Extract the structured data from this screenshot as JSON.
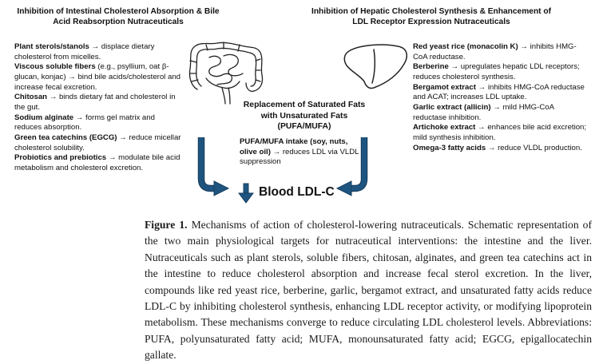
{
  "left_panel": {
    "heading": "Inhibition of Intestinal Cholesterol Absorption & Bile Acid Reabsorption Nutraceuticals",
    "items": [
      {
        "name": "Plant sterols/stanols",
        "text": " → displace dietary cholesterol from micelles."
      },
      {
        "name": "Viscous soluble fibers",
        "text": " (e.g., psyllium, oat β-glucan, konjac) → bind bile acids/cholesterol and increase fecal excretion."
      },
      {
        "name": "Chitosan",
        "text": " → binds dietary fat and cholesterol in the gut."
      },
      {
        "name": "Sodium alginate",
        "text": " → forms gel matrix and reduces absorption."
      },
      {
        "name": "Green tea catechins (EGCG)",
        "text": " → reduce micellar cholesterol solubility."
      },
      {
        "name": "Probiotics and prebiotics",
        "text": " → modulate bile acid metabolism and cholesterol excretion."
      }
    ]
  },
  "right_panel": {
    "heading": "Inhibition of Hepatic Cholesterol Synthesis & Enhancement of LDL Receptor Expression Nutraceuticals",
    "items": [
      {
        "name": "Red yeast rice (monacolin K)",
        "text": " → inhibits HMG-CoA reductase."
      },
      {
        "name": "Berberine",
        "text": " → upregulates hepatic LDL receptors; reduces cholesterol synthesis."
      },
      {
        "name": "Bergamot extract",
        "text": " → inhibits HMG-CoA reductase and ACAT; increases LDL uptake."
      },
      {
        "name": "Garlic extract (allicin)",
        "text": " → mild HMG-CoA reductase inhibition."
      },
      {
        "name": "Artichoke extract",
        "text": " → enhances bile acid excretion; mild synthesis inhibition."
      },
      {
        "name": "Omega-3 fatty acids",
        "text": " → reduce VLDL production."
      }
    ]
  },
  "center_panel": {
    "heading": "Replacement of Saturated Fats with Unsaturated Fats (PUFA/MUFA)",
    "item": {
      "name": "PUFA/MUFA intake (soy, nuts, olive oil)",
      "text": " → reduces LDL via VLDL suppression"
    }
  },
  "outcome": "Blood LDL-C",
  "icons": {
    "intestine": "intestine-icon",
    "liver": "liver-icon"
  },
  "colors": {
    "arrow": "#1e5580",
    "arrow_stroke": "#173f60"
  },
  "caption": {
    "label": "Figure 1.",
    "text": " Mechanisms of action of cholesterol-lowering nutraceuticals. Schematic representation of the two main physiological targets for nutraceutical interventions: the intestine and the liver. Nutraceuticals such as plant sterols, soluble fibers, chitosan, alginates, and green tea catechins act in the intestine to reduce cholesterol absorption and increase fecal sterol excretion. In the liver, compounds like red yeast rice, berberine, garlic, bergamot extract, and unsaturated fatty acids reduce LDL-C by inhibiting cholesterol synthesis, enhancing LDL receptor activity, or modifying lipoprotein metabolism. These mechanisms converge to reduce circulating LDL cholesterol levels. Abbreviations: PUFA, polyunsaturated fatty acid; MUFA, monounsaturated fatty acid; EGCG, epigallocatechin gallate."
  }
}
